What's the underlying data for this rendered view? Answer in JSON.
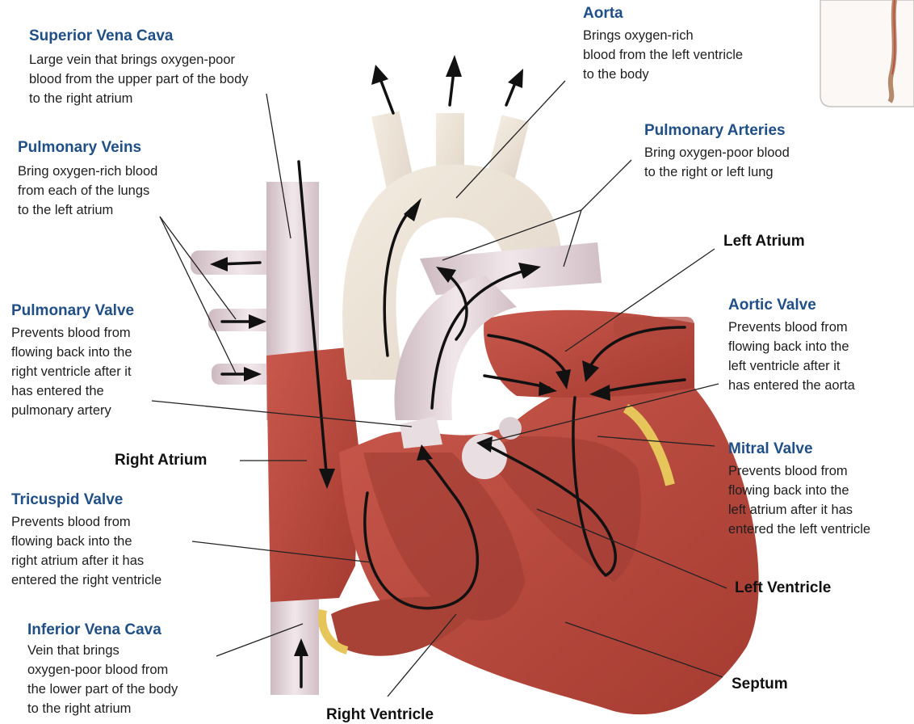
{
  "labels": {
    "superior_vena_cava": {
      "title": "Superior Vena Cava",
      "lines": [
        "Large vein that brings oxygen-poor",
        "blood from the upper part of the body",
        "to the right atrium"
      ]
    },
    "pulmonary_veins": {
      "title": "Pulmonary Veins",
      "lines": [
        "Bring oxygen-rich blood",
        "from each of the lungs",
        "to the left atrium"
      ]
    },
    "pulmonary_valve": {
      "title": "Pulmonary Valve",
      "lines": [
        "Prevents blood from",
        "flowing back into the",
        "right ventricle after it",
        "has entered the",
        "pulmonary artery"
      ]
    },
    "right_atrium": {
      "title": "Right Atrium"
    },
    "tricuspid_valve": {
      "title": "Tricuspid Valve",
      "lines": [
        "Prevents blood from",
        "flowing back into the",
        "right atrium after it has",
        "entered the right ventricle"
      ]
    },
    "inferior_vena_cava": {
      "title": "Inferior Vena Cava",
      "lines": [
        "Vein that brings",
        "oxygen-poor blood from",
        "the lower part of the body",
        "to the right atrium"
      ]
    },
    "right_ventricle": {
      "title": "Right Ventricle"
    },
    "aorta": {
      "title": "Aorta",
      "lines": [
        "Brings oxygen-rich",
        "blood from the left ventricle",
        "to the body"
      ]
    },
    "pulmonary_arteries": {
      "title": "Pulmonary Arteries",
      "lines": [
        "Bring oxygen-poor blood",
        "to the right or left lung"
      ]
    },
    "left_atrium": {
      "title": "Left Atrium"
    },
    "aortic_valve": {
      "title": "Aortic Valve",
      "lines": [
        "Prevents blood from",
        "flowing back into the",
        "left ventricle after it",
        "has entered the aorta"
      ]
    },
    "mitral_valve": {
      "title": "Mitral Valve",
      "lines": [
        "Prevents blood from",
        "flowing back into the",
        "left atrium after it has",
        "entered the left ventricle"
      ]
    },
    "left_ventricle": {
      "title": "Left Ventricle"
    },
    "septum": {
      "title": "Septum"
    }
  },
  "colors": {
    "title_blue": "#1f4f86",
    "muscle": "#b84a3f",
    "muscle_dark": "#8f3329",
    "vessel": "#e7d9dd",
    "vessel_shadow": "#c9b6bd",
    "fat": "#e6c55a"
  }
}
